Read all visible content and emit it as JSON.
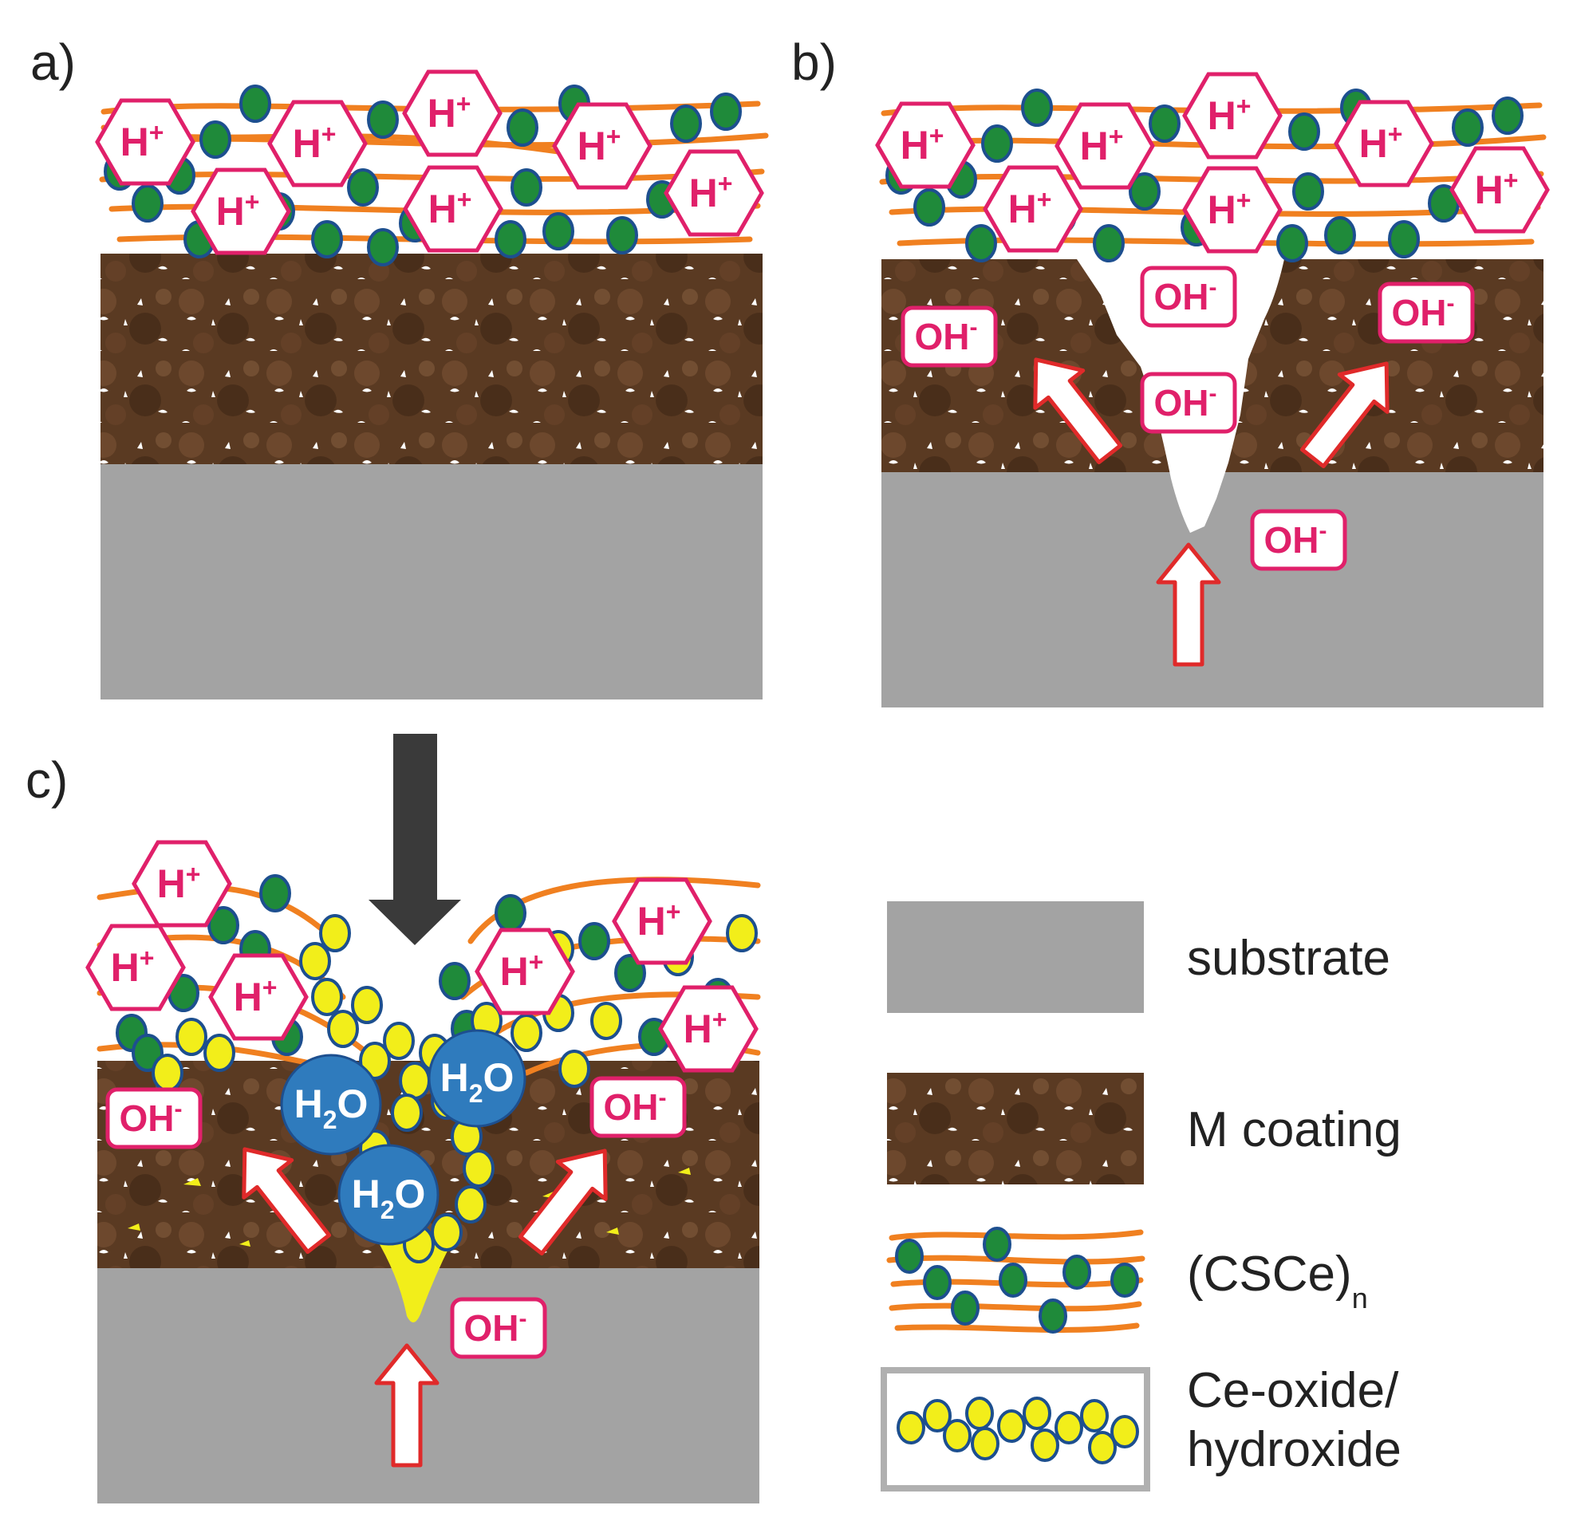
{
  "panels": {
    "a": {
      "label": "a)"
    },
    "b": {
      "label": "b)"
    },
    "c": {
      "label": "c)"
    }
  },
  "species": {
    "proton": "H",
    "proton_sup": "+",
    "hydroxide": "OH",
    "hydroxide_sup": "-",
    "water": "H",
    "water_sub": "2",
    "water_tail": "O"
  },
  "legend": {
    "substrate": "substrate",
    "m_coating": "M coating",
    "csce": "(CSCe)",
    "csce_sub": "n",
    "ce_oxide_line1": "Ce-oxide/",
    "ce_oxide_line2": "hydroxide"
  },
  "colors": {
    "substrate": "#a3a3a3",
    "coating": "#5a3a22",
    "fiber": "#f08020",
    "green_particle": "#1f8a3a",
    "yellow_particle": "#f2ee1a",
    "particle_outline": "#1d4f8f",
    "ion_border": "#e0206a",
    "arrow_border": "#e02a2a",
    "water_molecule": "#2f7bbd",
    "pressure_arrow": "#3a3a3a"
  }
}
